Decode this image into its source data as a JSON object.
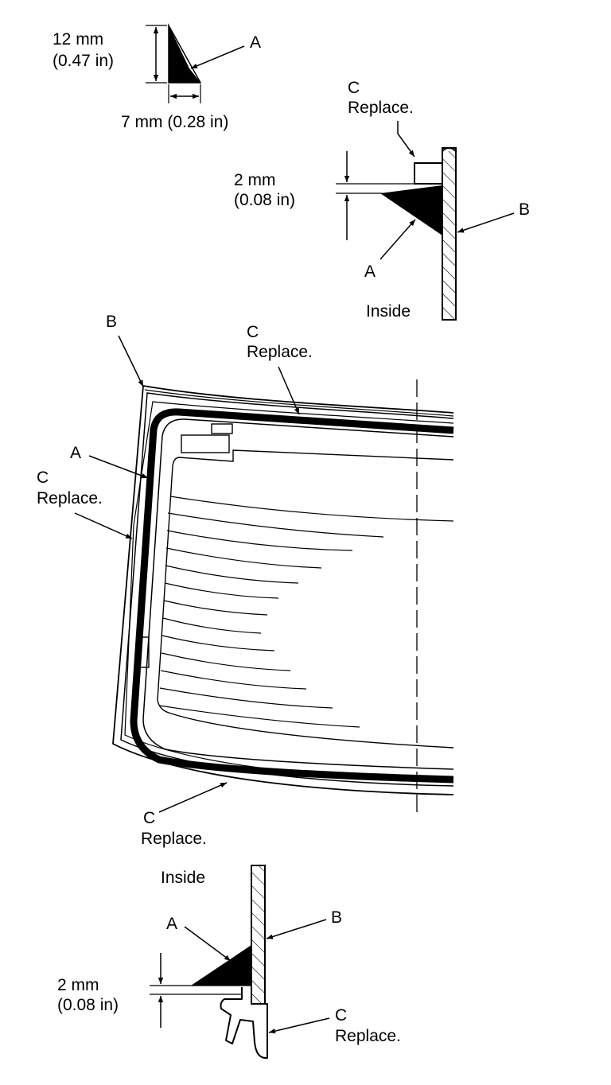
{
  "labels": {
    "a": "A",
    "b": "B",
    "c": "C",
    "replace": "Replace.",
    "inside": "Inside"
  },
  "dimensions": {
    "height_mm": "12 mm",
    "height_in": "(0.47 in)",
    "width": "7 mm (0.28 in)",
    "gap_mm": "2 mm",
    "gap_in": "(0.08 in)"
  }
}
